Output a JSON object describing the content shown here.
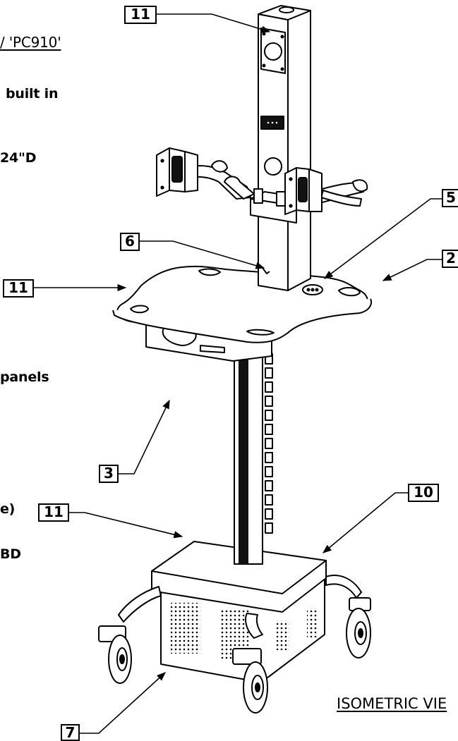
{
  "partial_text": [
    "/ 'PC910'",
    "built in",
    "24\"D",
    "panels",
    "e)",
    "BD"
  ],
  "callouts": [
    "11",
    "5",
    "6",
    "2",
    "11",
    "3",
    "10",
    "11",
    "7"
  ],
  "caption": "ISOMETRIC VIE"
}
